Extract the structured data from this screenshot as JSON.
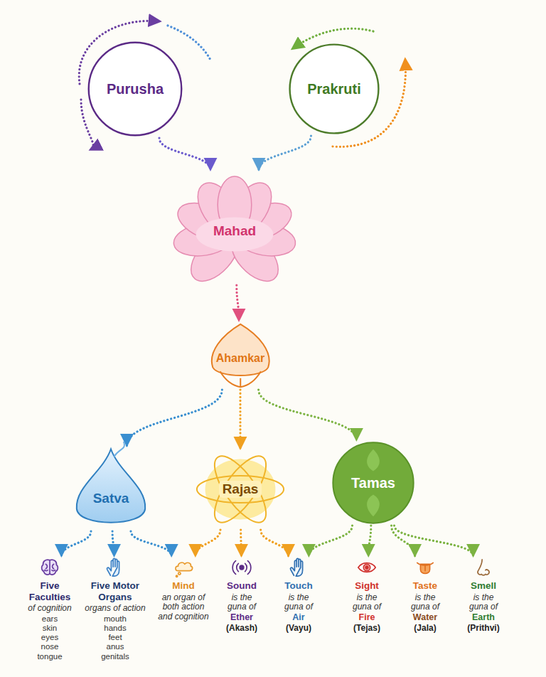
{
  "diagram": {
    "nodes": [
      {
        "text": [
          "Purusha"
        ]
      },
      {
        "text": [
          "Prakruti"
        ]
      },
      {
        "text": [
          "Mahad"
        ]
      },
      {
        "text": [
          "Ahamkar"
        ]
      },
      {
        "text": [
          "Satva"
        ]
      },
      {
        "text": [
          "Rajas"
        ]
      },
      {
        "text": [
          "Tamas"
        ]
      },
      {
        "text": [
          "Five Faculties",
          "of cognition",
          "ears skin eyes nose tongue"
        ]
      },
      {
        "text": [
          "Five Motor Organs",
          "organs of action",
          "mouth hands feet anus genitals"
        ]
      },
      {
        "text": [
          "Mind",
          "an organ of both action and cognition"
        ]
      },
      {
        "text": [
          "Sound",
          "is the guna of",
          "Ether",
          "(Akash)"
        ]
      },
      {
        "text": [
          "Touch",
          "is the guna of",
          "Air",
          "(Vayu)"
        ]
      },
      {
        "text": [
          "Sight",
          "is the guna of",
          "Fire",
          "(Tejas)"
        ]
      },
      {
        "text": [
          "Taste",
          "is the guna of",
          "Water",
          "(Jala)"
        ]
      },
      {
        "text": [
          "Smell",
          "is the guna of",
          "Earth",
          "(Prithvi)"
        ]
      }
    ],
    "edges": [
      {
        "from": 0,
        "to": 2,
        "arrow": "to"
      },
      {
        "from": 1,
        "to": 2,
        "arrow": "to"
      },
      {
        "from": 2,
        "to": 3,
        "arrow": "to"
      },
      {
        "from": 3,
        "to": 4,
        "arrow": "to"
      },
      {
        "from": 3,
        "to": 5,
        "arrow": "to"
      },
      {
        "from": 3,
        "to": 6,
        "arrow": "to"
      },
      {
        "from": 4,
        "to": 7,
        "arrow": "to"
      },
      {
        "from": 4,
        "to": 8,
        "arrow": "to"
      },
      {
        "from": 4,
        "to": 9,
        "arrow": "to"
      },
      {
        "from": 5,
        "to": 9,
        "arrow": "to"
      },
      {
        "from": 5,
        "to": 10,
        "arrow": "to"
      },
      {
        "from": 5,
        "to": 11,
        "arrow": "to"
      },
      {
        "from": 6,
        "to": 11,
        "arrow": "to"
      },
      {
        "from": 6,
        "to": 12,
        "arrow": "to"
      },
      {
        "from": 6,
        "to": 13,
        "arrow": "to"
      },
      {
        "from": 6,
        "to": 14,
        "arrow": "to"
      }
    ]
  }
}
